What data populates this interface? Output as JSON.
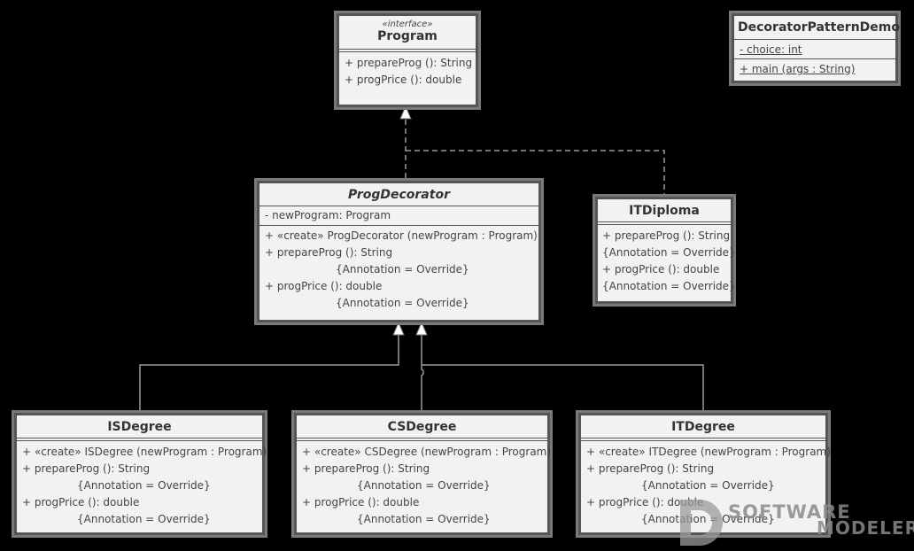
{
  "classes": {
    "program": {
      "stereotype": "«interface»",
      "name": "Program",
      "operations": [
        "+ prepareProg (): String",
        "+ progPrice (): double"
      ]
    },
    "demo": {
      "name": "DecoratorPatternDemo",
      "attributes": [
        "- choice: int"
      ],
      "operations": [
        "+ main (args : String)"
      ]
    },
    "progDecorator": {
      "name": "ProgDecorator",
      "attributes": [
        "- newProgram: Program"
      ],
      "operations": [
        "+ «create» ProgDecorator (newProgram : Program)",
        "+ prepareProg (): String",
        "{Annotation = Override}",
        "+ progPrice (): double",
        "{Annotation = Override}"
      ]
    },
    "itDiploma": {
      "name": "ITDiploma",
      "operations": [
        "+ prepareProg (): String",
        "{Annotation = Override}",
        "+ progPrice (): double",
        "{Annotation = Override}"
      ]
    },
    "isDegree": {
      "name": "ISDegree",
      "operations": [
        "+ «create» ISDegree (newProgram : Program)",
        "+ prepareProg (): String",
        "{Annotation = Override}",
        "+ progPrice (): double",
        "{Annotation = Override}"
      ]
    },
    "csDegree": {
      "name": "CSDegree",
      "operations": [
        "+ «create» CSDegree (newProgram : Program)",
        "+ prepareProg (): String",
        "{Annotation = Override}",
        "+ progPrice (): double",
        "{Annotation = Override}"
      ]
    },
    "itDegree": {
      "name": "ITDegree",
      "operations": [
        "+ «create» ITDegree (newProgram : Program)",
        "+ prepareProg (): String",
        "{Annotation = Override}",
        "+ progPrice (): double",
        "{Annotation = Override}"
      ]
    }
  },
  "watermark": {
    "line1": "SOFTWARE",
    "line2": "MODELER"
  }
}
